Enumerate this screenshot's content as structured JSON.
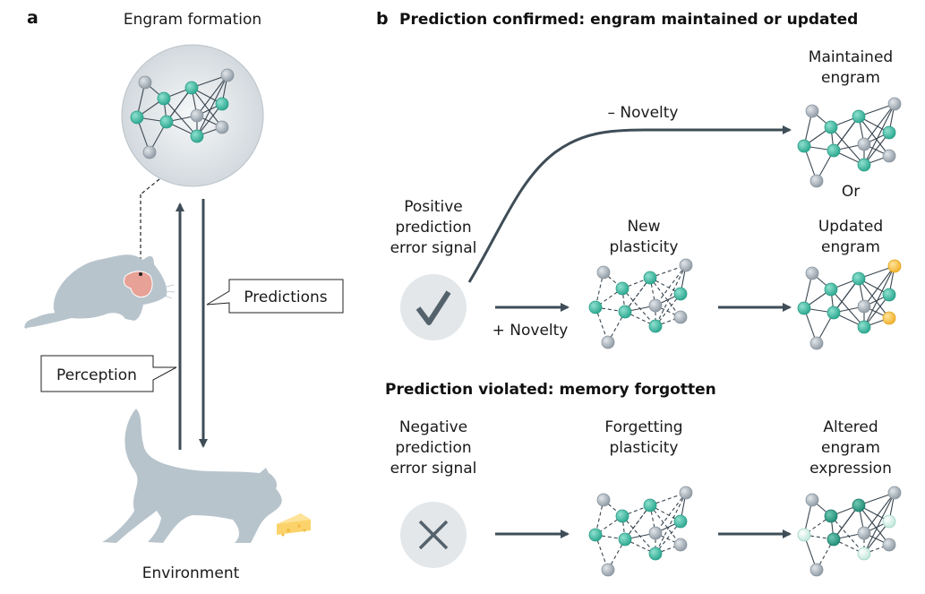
{
  "panel_a": {
    "letter": "a",
    "title": "Engram formation",
    "predictions_label": "Predictions",
    "perception_label": "Perception",
    "environment_label": "Environment"
  },
  "panel_b": {
    "letter": "b",
    "confirmed_heading": "Prediction confirmed: engram maintained or updated",
    "violated_heading": "Prediction violated: memory forgotten",
    "positive_signal": [
      "Positive",
      "prediction",
      "error signal"
    ],
    "negative_signal": [
      "Negative",
      "prediction",
      "error signal"
    ],
    "minus_novelty": "– Novelty",
    "plus_novelty": "+ Novelty",
    "maintained_engram": [
      "Maintained",
      "engram"
    ],
    "or_label": "Or",
    "new_plasticity": [
      "New",
      "plasticity"
    ],
    "updated_engram": [
      "Updated",
      "engram"
    ],
    "forgetting_plasticity": [
      "Forgetting",
      "plasticity"
    ],
    "altered_engram": [
      "Altered",
      "engram",
      "expression"
    ]
  },
  "icons": {
    "check": "checkmark-icon",
    "cross": "cross-icon"
  },
  "colors": {
    "engram_cell": "#3dbba2",
    "inactive_cell": "#a9b3bc",
    "new_cell": "#f7c23e",
    "faded_cell": "#d6efe7",
    "arrow": "#3e4d57",
    "silhouette": "#b8c4cc",
    "brain_region": "#e8a196",
    "cheese": "#fbd36a",
    "signal_circle": "#e3e7ea"
  }
}
